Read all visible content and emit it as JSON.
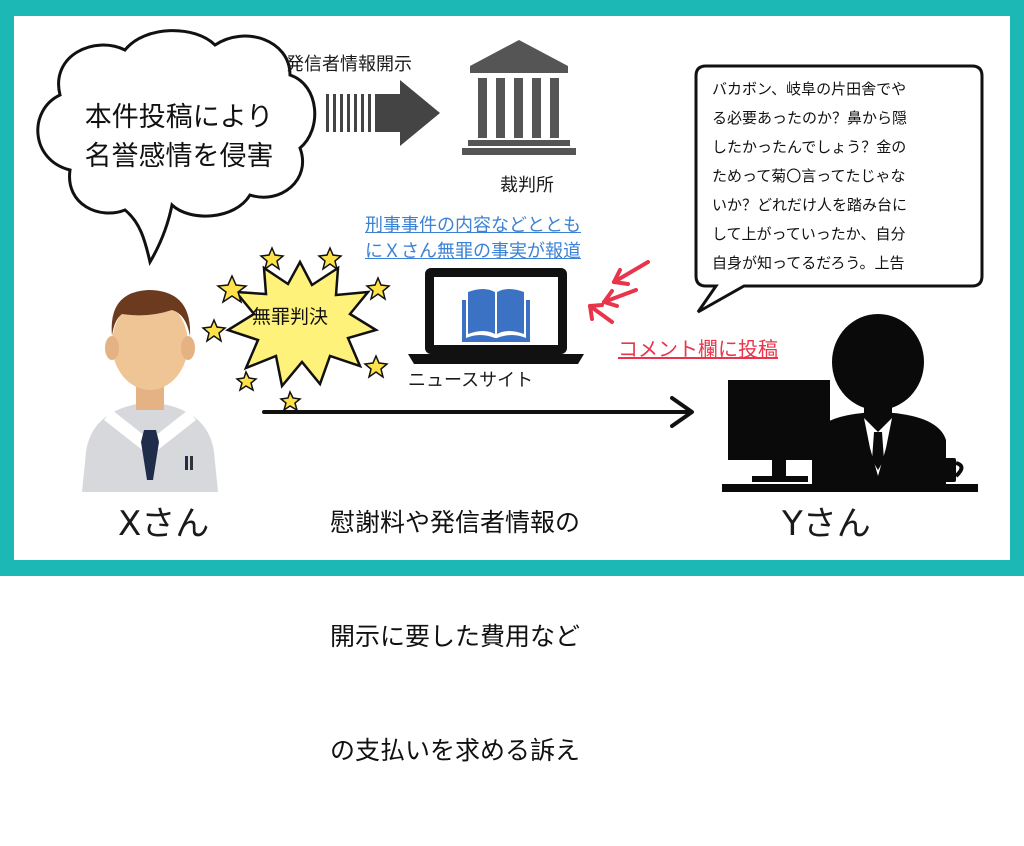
{
  "left_bubble": {
    "line1": "本件投稿により",
    "line2": "名誉感情を侵害"
  },
  "disclosure_label": "発信者情報開示",
  "court_label": "裁判所",
  "news_link": {
    "line1": "刑事事件の内容などととも",
    "line2": "にＸさん無罪の事実が報道"
  },
  "verdict_label": "無罪判決",
  "news_site_label": "ニュースサイト",
  "comment_label": "コメント欄に投稿",
  "right_bubble": {
    "lines": [
      "バカボン、岐阜の片田舎でや",
      "る必要あったのか？鼻から隠",
      "したかったんでしょう？金の",
      "ためって菊〇言ってたじゃな",
      "いか？どれだけ人を踏み台に",
      "して上がっていったか、自分",
      "自身が知ってるだろう。上告"
    ]
  },
  "lawsuit": {
    "line1": "慰謝料や発信者情報の",
    "line2": "開示に要した費用など",
    "line3": "の支払いを求める訴え"
  },
  "person_x_label": "Xさん",
  "person_y_label": "Yさん",
  "colors": {
    "frame": "#1cb8b5",
    "accent_red": "#e8354b",
    "link_blue": "#3b82d6",
    "verdict_yellow": "#fff27a"
  }
}
